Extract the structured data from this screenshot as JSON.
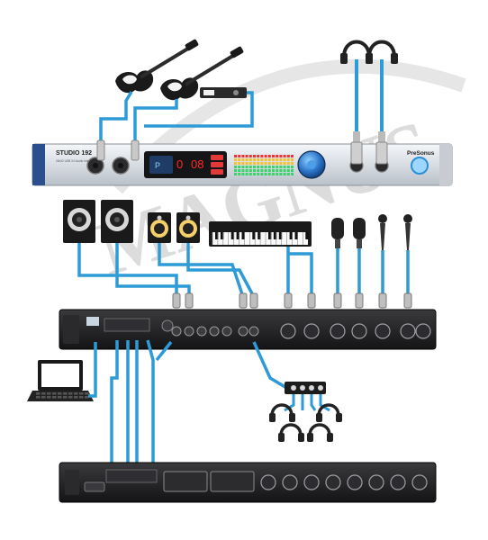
{
  "watermark": {
    "text": "MAGNUS",
    "color": "#d9d9d9"
  },
  "front_panel": {
    "model_label": "STUDIO 192",
    "model_sub": "26x32 USB 3.0 Audio Interface",
    "brand_label": "PreSonus",
    "display_left": "0",
    "display_right": "08",
    "indicator": "P"
  },
  "colors": {
    "cable": "#2e9bd6",
    "cable_dark": "#1b6fa0",
    "rack_dark": "#1d1d1f",
    "rack_silver": "#dfe3e8",
    "display_red": "#ff2a2a"
  },
  "icons": {
    "guitar": "electric-guitar-icon",
    "monitor": "studio-monitor-icon",
    "keyboard": "midi-keyboard-icon",
    "mic": "microphone-icon",
    "headphones": "headphones-icon",
    "laptop": "laptop-icon",
    "splitter": "headphone-splitter-icon"
  }
}
